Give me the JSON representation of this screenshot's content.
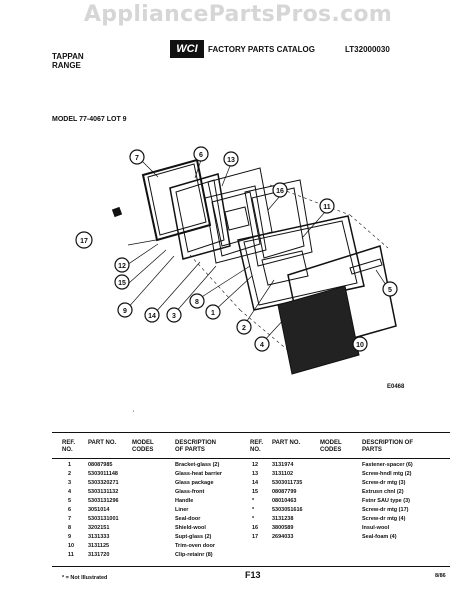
{
  "watermark": "AppliancePartsPros.com",
  "header": {
    "brand_line1": "TAPPAN",
    "brand_line2": "RANGE",
    "logo_text": "WCI",
    "catalog_title": "FACTORY PARTS CATALOG",
    "catalog_number": "LT32000030"
  },
  "model_line": "MODEL 77-4067  LOT 9",
  "figure_code": "E0468",
  "page_number": "F13",
  "page_date": "8/86",
  "footnote": "* = Not Illustrated",
  "tick_mark": "'",
  "callouts": [
    "7",
    "6",
    "13",
    "16",
    "17",
    "12",
    "15",
    "9",
    "14",
    "3",
    "8",
    "1",
    "11",
    "2",
    "5",
    "4",
    "10"
  ],
  "table_headers": {
    "ref": "REF. NO.",
    "part": "PART NO.",
    "model": "MODEL CODES",
    "desc": "DESCRIPTION OF PARTS"
  },
  "parts_left": [
    {
      "ref": "1",
      "part": "08087985",
      "desc": "Bracket-glass (2)"
    },
    {
      "ref": "2",
      "part": "5303011148",
      "desc": "Glass-heat barrier"
    },
    {
      "ref": "3",
      "part": "5303320271",
      "desc": "Glass package"
    },
    {
      "ref": "4",
      "part": "5303131132",
      "desc": "Glass-front"
    },
    {
      "ref": "5",
      "part": "5303131296",
      "desc": "Handle"
    },
    {
      "ref": "6",
      "part": "3051014",
      "desc": "Liner"
    },
    {
      "ref": "7",
      "part": "5303131001",
      "desc": "Seal-door"
    },
    {
      "ref": "8",
      "part": "3202151",
      "desc": "Shield-wool"
    },
    {
      "ref": "9",
      "part": "3131333",
      "desc": "Supt-glass (2)"
    },
    {
      "ref": "10",
      "part": "3131125",
      "desc": "Trim-oven door"
    },
    {
      "ref": "11",
      "part": "3131720",
      "desc": "Clip-retainr (8)"
    }
  ],
  "parts_right": [
    {
      "ref": "12",
      "part": "3131974",
      "desc": "Fastener-spacer (6)"
    },
    {
      "ref": "13",
      "part": "3131102",
      "desc": "Screw-hndl mtg (2)"
    },
    {
      "ref": "14",
      "part": "5303011735",
      "desc": "Screw-dr mtg (3)"
    },
    {
      "ref": "15",
      "part": "08087799",
      "desc": "Extrusn chnl (2)"
    },
    {
      "ref": "*",
      "part": "08010463",
      "desc": "Fstnr SAU type (3)"
    },
    {
      "ref": "*",
      "part": "5303051616",
      "desc": "Screw-dr mtg (17)"
    },
    {
      "ref": "*",
      "part": "3131238",
      "desc": "Screw-dr mtg (4)"
    },
    {
      "ref": "16",
      "part": "3800589",
      "desc": "Insul-wool"
    },
    {
      "ref": "17",
      "part": "2694033",
      "desc": "Seal-foam (4)"
    }
  ]
}
